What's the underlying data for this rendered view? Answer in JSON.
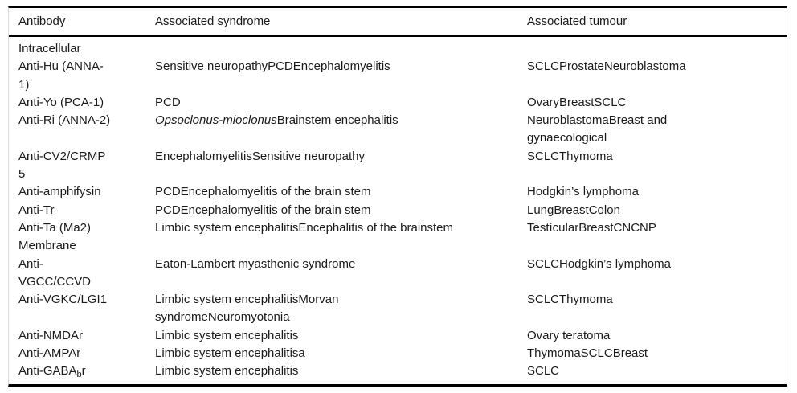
{
  "table": {
    "header": {
      "antibody": "Antibody",
      "syndrome": "Associated syndrome",
      "tumour": "Associated tumour"
    },
    "rows": [
      {
        "antibody": "Intracellular",
        "section": true
      },
      {
        "antibody": "Anti-Hu (ANNA-\n1)",
        "syndrome": "Sensitive neuropathyPCDEncephalomyelitis",
        "tumour": "SCLCProstateNeuroblastoma"
      },
      {
        "antibody": "Anti-Yo (PCA-1)",
        "syndrome": "PCD",
        "tumour": "OvaryBreastSCLC"
      },
      {
        "antibody": "Anti-Ri (ANNA-2)",
        "syndrome_italic": "Opsoclonus-mioclonus",
        "syndrome_rest": "Brainstem encephalitis",
        "tumour": "NeuroblastomaBreast and\ngynaecological"
      },
      {
        "antibody": "Anti-CV2/CRMP\n5",
        "syndrome": "EncephalomyelitisSensitive neuropathy",
        "tumour": "SCLCThymoma"
      },
      {
        "antibody": "Anti-amphifysin",
        "syndrome": "PCDEncephalomyelitis of the brain stem",
        "tumour": "Hodgkin’s lymphoma"
      },
      {
        "antibody": "Anti-Tr",
        "syndrome": "PCDEncephalomyelitis of the brain stem",
        "tumour": "LungBreastColon"
      },
      {
        "antibody": "Anti-Ta (Ma2)",
        "syndrome": "Limbic system encephalitisEncephalitis of the brainstem",
        "tumour": "TestícularBreastCNCNP"
      },
      {
        "antibody": "Membrane",
        "section": true
      },
      {
        "antibody": "Anti-\nVGCC/CCVD",
        "syndrome": "Eaton-Lambert myasthenic syndrome",
        "tumour": "SCLCHodgkin’s lymphoma"
      },
      {
        "antibody": "Anti-VGKC/LGI1",
        "syndrome": "Limbic system encephalitisMorvan\nsyndromeNeuromyotonia",
        "tumour": "SCLCThymoma"
      },
      {
        "antibody": "Anti-NMDAr",
        "syndrome": "Limbic system encephalitis",
        "tumour": "Ovary teratoma"
      },
      {
        "antibody": "Anti-AMPAr",
        "syndrome": "Limbic system encephalitisa",
        "tumour": "ThymomaSCLCBreast"
      },
      {
        "antibody_prefix": "Anti-GABA",
        "antibody_sub": "b",
        "antibody_suffix": "r",
        "syndrome": "Limbic system encephalitis",
        "tumour": "SCLC"
      }
    ],
    "colors": {
      "rule_dark": "#000000",
      "rule_light": "#dbdbdb",
      "text": "#1a1a1a"
    }
  }
}
